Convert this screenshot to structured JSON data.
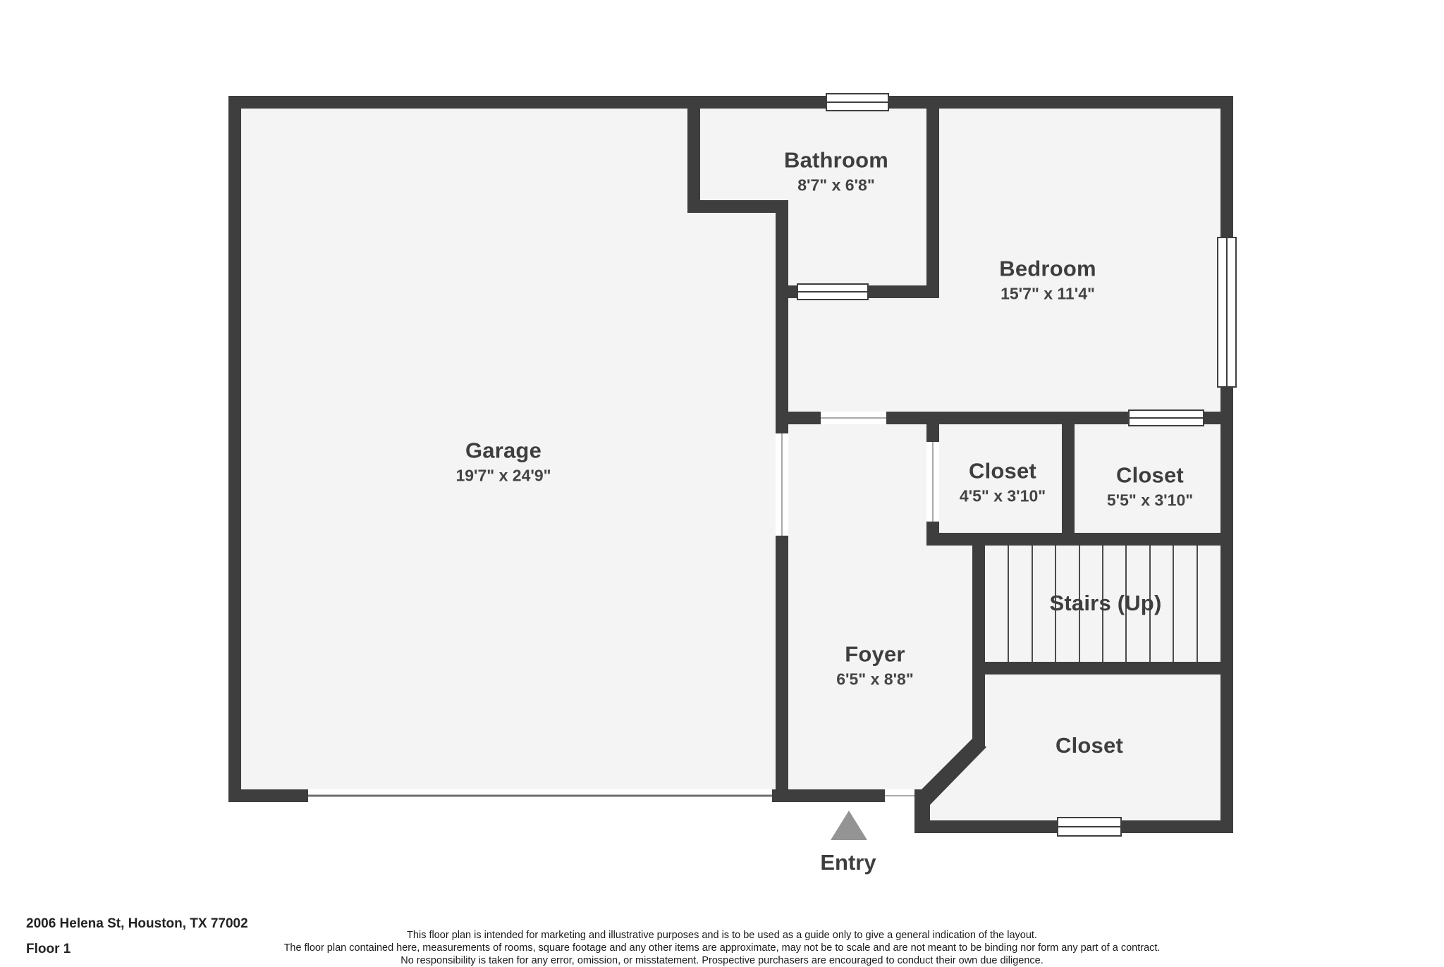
{
  "plan": {
    "rooms": [
      {
        "name": "Garage",
        "dims": "19'7\" x 24'9\""
      },
      {
        "name": "Bathroom",
        "dims": "8'7\" x 6'8\""
      },
      {
        "name": "Bedroom",
        "dims": "15'7\" x 11'4\""
      },
      {
        "name": "Closet",
        "dims": "4'5\" x 3'10\""
      },
      {
        "name": "Closet",
        "dims": "5'5\" x 3'10\""
      },
      {
        "name": "Stairs (Up)",
        "dims": ""
      },
      {
        "name": "Foyer",
        "dims": "6'5\" x 8'8\""
      },
      {
        "name": "Closet",
        "dims": ""
      }
    ],
    "entry_label": "Entry"
  },
  "footer": {
    "address": "2006 Helena St, Houston, TX 77002",
    "floor_label": "Floor 1",
    "disclaimer_lines": [
      "This floor plan is intended for marketing and illustrative purposes and is to be used as a guide only to give a general indication of the layout.",
      "The floor plan contained here, measurements of rooms, square footage and any other items are approximate, may not be to scale and are not meant to be binding nor form any part of a contract.",
      "No responsibility is taken for any error, omission, or misstatement. Prospective purchasers are encouraged to conduct their own due diligence."
    ]
  },
  "colors": {
    "wall": "#3e3e3e",
    "floor_fill": "#f4f4f4",
    "text": "#3e3e3e",
    "entry_arrow": "#949494"
  }
}
